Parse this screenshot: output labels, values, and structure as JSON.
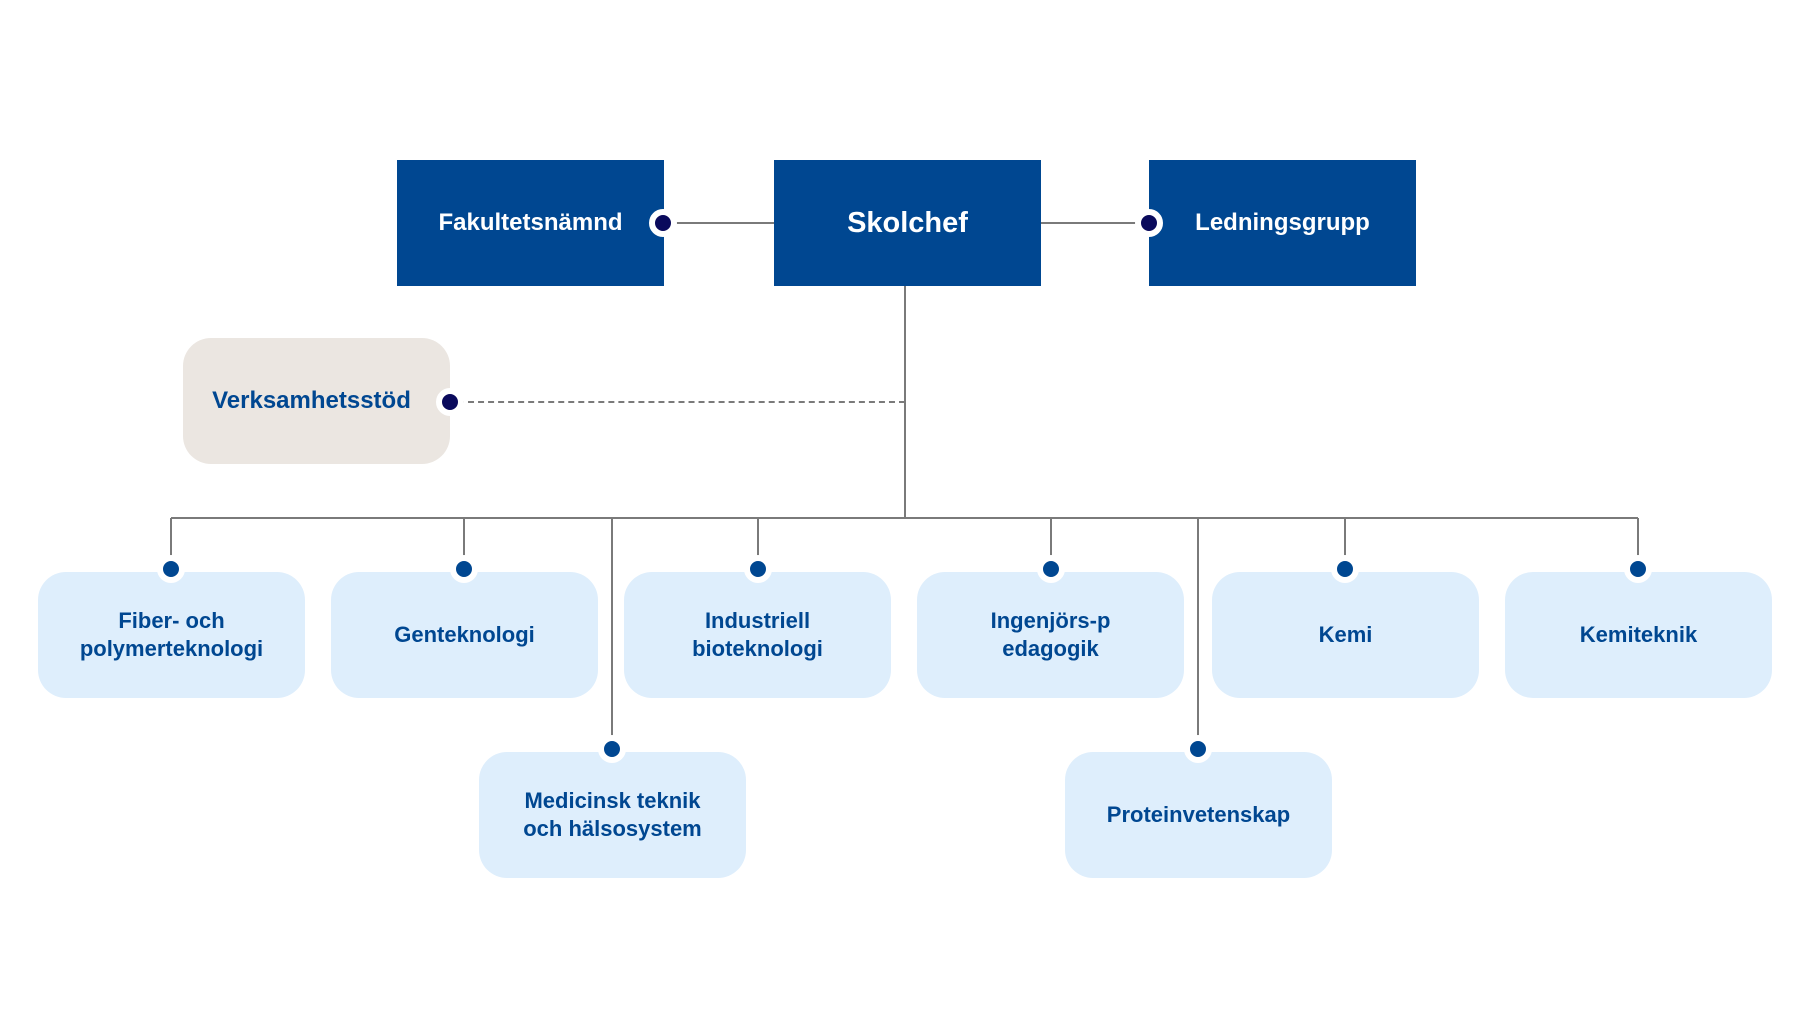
{
  "diagram": {
    "type": "org-chart",
    "colors": {
      "top_box": "#004791",
      "top_text": "#ffffff",
      "support_box": "#ebe6e1",
      "unit_box": "#deeefc",
      "unit_text": "#004791",
      "connector": "#7a7a7a",
      "dot_dark": "#0a0a5c",
      "dot_blue": "#004791"
    },
    "head": {
      "label": "Skolchef"
    },
    "left_peer": {
      "label": "Fakultetsnämnd"
    },
    "right_peer": {
      "label": "Ledningsgrupp"
    },
    "support": {
      "label": "Verksamhetsstöd",
      "connection": "dashed"
    },
    "units": [
      {
        "label": "Fiber- och polymerteknologi"
      },
      {
        "label": "Genteknologi"
      },
      {
        "label": "Medicinsk teknik och hälsosystem"
      },
      {
        "label": "Industriell bioteknologi"
      },
      {
        "label": "Ingenjörs-pedagogik"
      },
      {
        "label": "Proteinvetenskap"
      },
      {
        "label": "Kemi"
      },
      {
        "label": "Kemiteknik"
      }
    ]
  }
}
